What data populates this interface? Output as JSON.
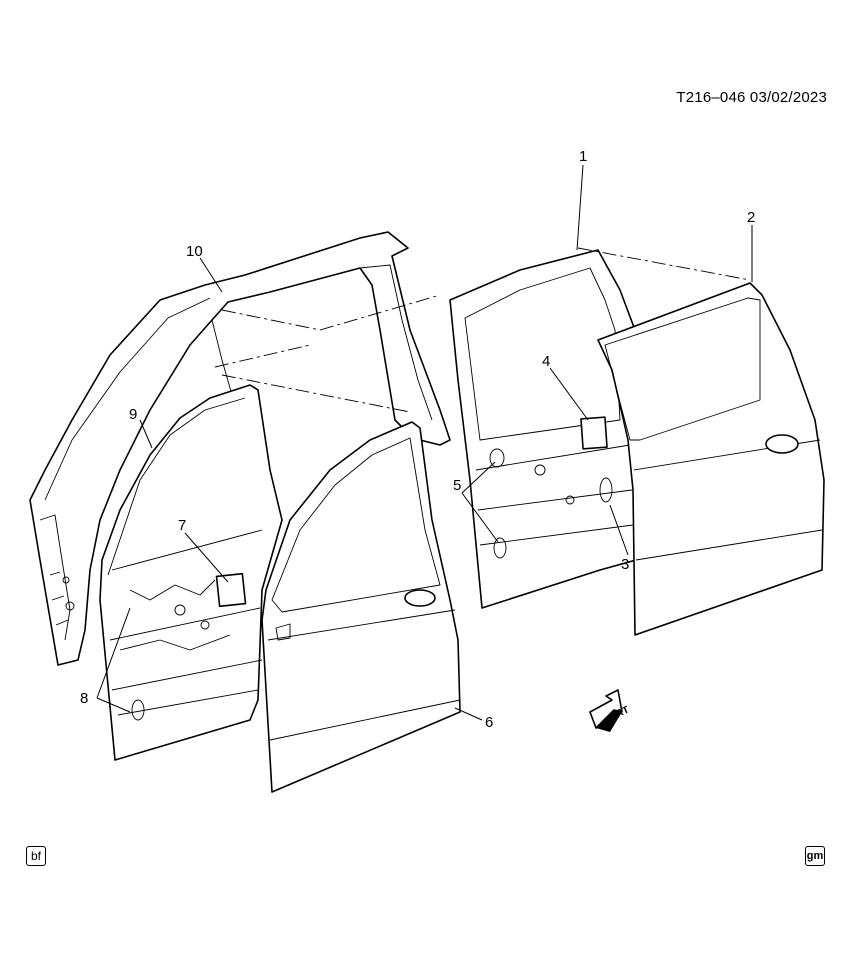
{
  "header": {
    "code": "T216–046",
    "date": "03/02/2023"
  },
  "callouts": [
    "1",
    "2",
    "3",
    "4",
    "5",
    "6",
    "7",
    "8",
    "9",
    "10"
  ],
  "badges": {
    "left": "bf",
    "right": "gm"
  },
  "front_arrow": {
    "label": "FRT"
  }
}
